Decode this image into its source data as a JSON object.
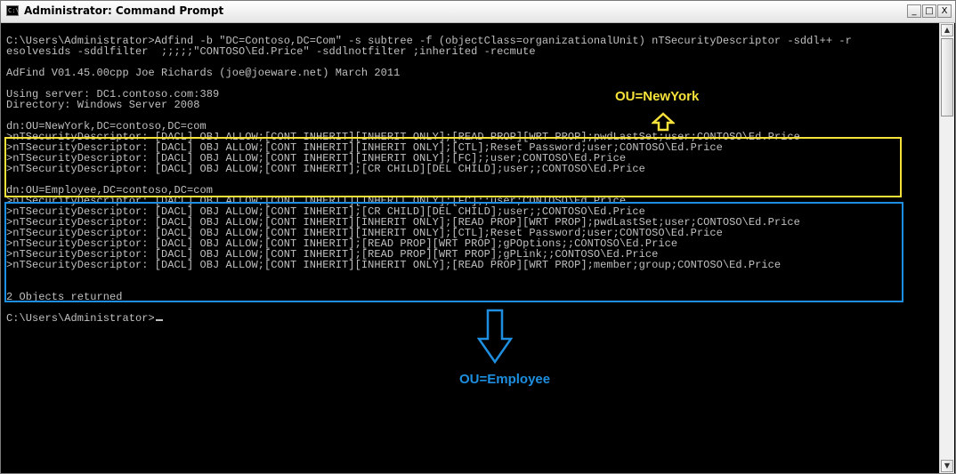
{
  "window": {
    "title": "Administrator: Command Prompt",
    "icon": "cmd-icon",
    "controls": {
      "minimize": "_",
      "maximize": "□",
      "close": "X"
    }
  },
  "console": {
    "lines": [
      "C:\\Users\\Administrator>Adfind -b \"DC=Contoso,DC=Com\" -s subtree -f (objectClass=organizationalUnit) nTSecurityDescriptor -sddl++ -r",
      "esolvesids -sddlfilter  ;;;;;\"CONTOSO\\Ed.Price\" -sddlnotfilter ;inherited -recmute",
      "",
      "AdFind V01.45.00cpp Joe Richards (joe@joeware.net) March 2011",
      "",
      "Using server: DC1.contoso.com:389",
      "Directory: Windows Server 2008",
      "",
      "dn:OU=NewYork,DC=contoso,DC=com",
      ">nTSecurityDescriptor: [DACL] OBJ ALLOW;[CONT INHERIT][INHERIT ONLY];[READ PROP][WRT PROP];pwdLastSet;user;CONTOSO\\Ed.Price",
      ">nTSecurityDescriptor: [DACL] OBJ ALLOW;[CONT INHERIT][INHERIT ONLY];[CTL];Reset Password;user;CONTOSO\\Ed.Price",
      ">nTSecurityDescriptor: [DACL] OBJ ALLOW;[CONT INHERIT][INHERIT ONLY];[FC];;user;CONTOSO\\Ed.Price",
      ">nTSecurityDescriptor: [DACL] OBJ ALLOW;[CONT INHERIT];[CR CHILD][DEL CHILD];user;;CONTOSO\\Ed.Price",
      "",
      "dn:OU=Employee,DC=contoso,DC=com",
      ">nTSecurityDescriptor: [DACL] OBJ ALLOW;[CONT INHERIT][INHERIT ONLY];[FC];;user;CONTOSO\\Ed.Price",
      ">nTSecurityDescriptor: [DACL] OBJ ALLOW;[CONT INHERIT];[CR CHILD][DEL CHILD];user;;CONTOSO\\Ed.Price",
      ">nTSecurityDescriptor: [DACL] OBJ ALLOW;[CONT INHERIT][INHERIT ONLY];[READ PROP][WRT PROP];pwdLastSet;user;CONTOSO\\Ed.Price",
      ">nTSecurityDescriptor: [DACL] OBJ ALLOW;[CONT INHERIT][INHERIT ONLY];[CTL];Reset Password;user;CONTOSO\\Ed.Price",
      ">nTSecurityDescriptor: [DACL] OBJ ALLOW;[CONT INHERIT];[READ PROP][WRT PROP];gPOptions;;CONTOSO\\Ed.Price",
      ">nTSecurityDescriptor: [DACL] OBJ ALLOW;[CONT INHERIT];[READ PROP][WRT PROP];gPLink;;CONTOSO\\Ed.Price",
      ">nTSecurityDescriptor: [DACL] OBJ ALLOW;[CONT INHERIT][INHERIT ONLY];[READ PROP][WRT PROP];member;group;CONTOSO\\Ed.Price",
      "",
      "",
      "2 Objects returned",
      "",
      "C:\\Users\\Administrator>"
    ]
  },
  "annotations": {
    "newyork_label": "OU=NewYork",
    "employee_label": "OU=Employee",
    "newyork_color": "#f6e23a",
    "employee_color": "#1e8fe0"
  },
  "scrollbar": {
    "up_icon": "▲",
    "down_icon": "▼"
  }
}
